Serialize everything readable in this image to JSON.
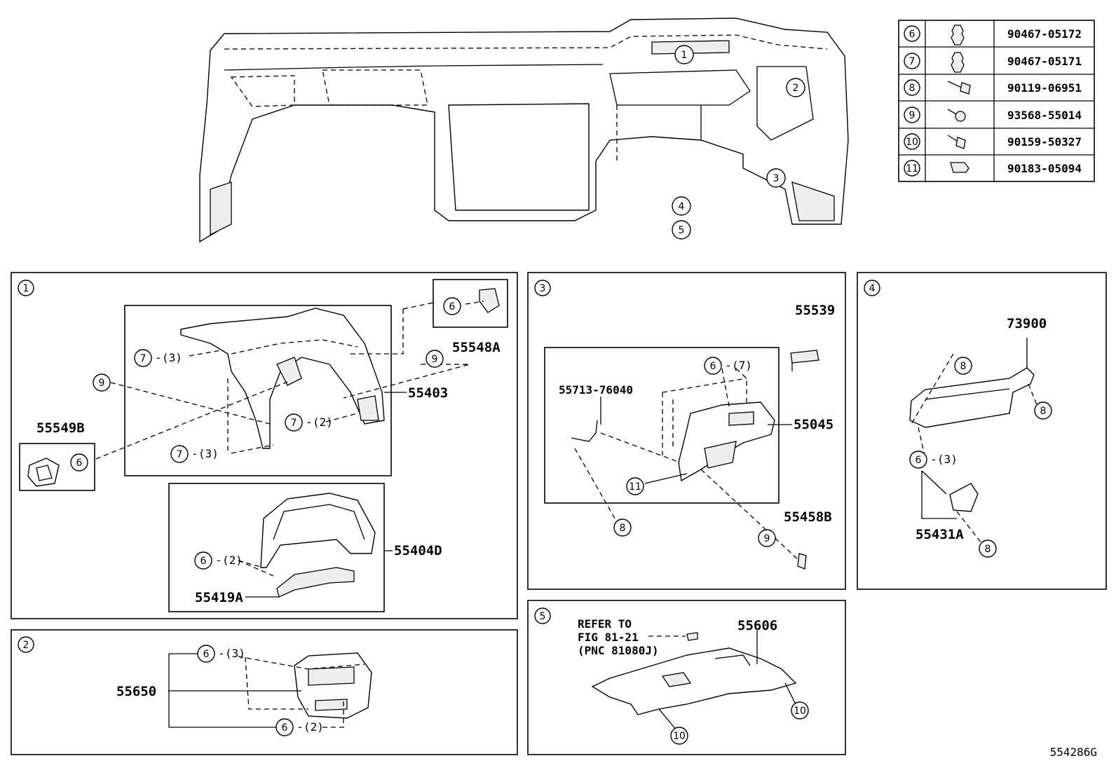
{
  "fastener_table": [
    {
      "ref": "6",
      "part_no": "90467-05172"
    },
    {
      "ref": "7",
      "part_no": "90467-05171"
    },
    {
      "ref": "8",
      "part_no": "90119-06951"
    },
    {
      "ref": "9",
      "part_no": "93568-55014"
    },
    {
      "ref": "10",
      "part_no": "90159-50327"
    },
    {
      "ref": "11",
      "part_no": "90183-05094"
    }
  ],
  "overview": {
    "callouts": [
      "1",
      "2",
      "3",
      "4",
      "5"
    ]
  },
  "panel1": {
    "number": "1",
    "parts": [
      "55548A",
      "55403",
      "55549B",
      "55404D",
      "55419A"
    ],
    "callouts": [
      "6",
      "7",
      "(3)",
      "9",
      "7",
      "(2)",
      "7",
      "(3)",
      "9",
      "6",
      "6",
      "(2)"
    ]
  },
  "panel2": {
    "number": "2",
    "parts": [
      "55650"
    ],
    "callouts": [
      "6",
      "(3)",
      "6",
      "(2)"
    ]
  },
  "panel3": {
    "number": "3",
    "parts": [
      "55539",
      "55713-76040",
      "55045",
      "55458B"
    ],
    "callouts": [
      "6",
      "(7)",
      "11",
      "8",
      "9"
    ]
  },
  "panel4": {
    "number": "4",
    "parts": [
      "73900",
      "55431A"
    ],
    "callouts": [
      "8",
      "8",
      "6",
      "(3)",
      "8"
    ]
  },
  "panel5": {
    "number": "5",
    "parts": [
      "55606"
    ],
    "refer": [
      "REFER TO",
      "FIG 81-21",
      "(PNC 81080J)"
    ],
    "callouts": [
      "10",
      "10"
    ]
  },
  "figure_id": "554286G"
}
